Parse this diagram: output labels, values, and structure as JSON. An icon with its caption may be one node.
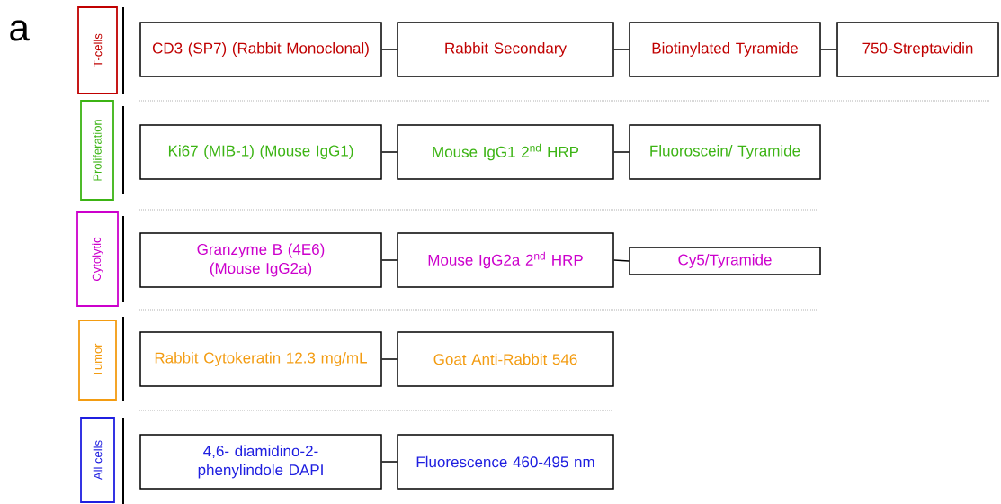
{
  "diagram": {
    "nodes": [
      {
        "text": [
          "T-cells"
        ]
      },
      {
        "text": [
          "CD3 (SP7) (Rabbit Monoclonal)"
        ]
      },
      {
        "text": [
          "Rabbit Secondary"
        ]
      },
      {
        "text": [
          "Biotinylated Tyramide"
        ]
      },
      {
        "text": [
          "750-Streptavidin"
        ]
      },
      {
        "text": [
          "Proliferation"
        ]
      },
      {
        "text": [
          "Ki67 (MIB-1) (Mouse IgG1)"
        ]
      },
      {
        "text": [
          "Mouse IgG1 2$^{nd}$ HRP"
        ]
      },
      {
        "text": [
          "Fluoroscein/ Tyramide"
        ]
      },
      {
        "text": [
          "Cytolytic"
        ]
      },
      {
        "text": [
          "Granzyme B (4E6) (Mouse IgG2a)"
        ]
      },
      {
        "text": [
          "Mouse IgG2a 2$^{nd}$ HRP"
        ]
      },
      {
        "text": [
          "Cy5/Tyramide"
        ]
      },
      {
        "text": [
          "Tumor"
        ]
      },
      {
        "text": [
          "Rabbit Cytokeratin 12.3 mg/mL"
        ]
      },
      {
        "text": [
          "Goat Anti-Rabbit 546"
        ]
      },
      {
        "text": [
          "All cells"
        ]
      },
      {
        "text": [
          "4,6- diamidino-2-phenylindole DAPI"
        ]
      },
      {
        "text": [
          "Fluorescence 460-495 nm"
        ]
      }
    ],
    "edges": [
      {
        "from": 1,
        "to": 2,
        "arrow": "none"
      },
      {
        "from": 2,
        "to": 3,
        "arrow": "none"
      },
      {
        "from": 3,
        "to": 4,
        "arrow": "none"
      },
      {
        "from": 6,
        "to": 7,
        "arrow": "none"
      },
      {
        "from": 7,
        "to": 8,
        "arrow": "none"
      },
      {
        "from": 10,
        "to": 11,
        "arrow": "none"
      },
      {
        "from": 11,
        "to": 12,
        "arrow": "none"
      },
      {
        "from": 14,
        "to": 15,
        "arrow": "none"
      },
      {
        "from": 17,
        "to": 18,
        "arrow": "none"
      }
    ],
    "labels": [
      "a"
    ]
  }
}
